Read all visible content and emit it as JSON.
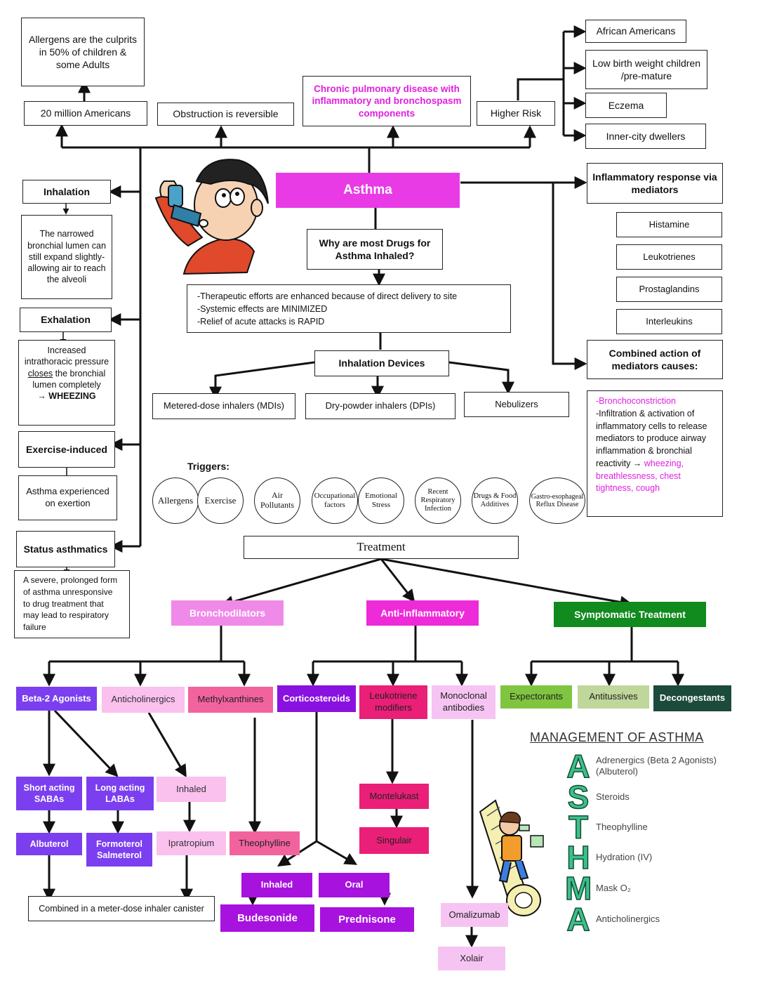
{
  "top": {
    "allergens_note": "Allergens are the culprits in 50% of children & some Adults",
    "twenty_million": "20 million Americans",
    "obstruction": "Obstruction is reversible",
    "chronic": "Chronic pulmonary disease with inflammatory and bronchospasm components",
    "higher_risk": "Higher Risk",
    "risk_groups": [
      "African Americans",
      "Low birth weight children /pre-mature",
      "Eczema",
      "Inner-city dwellers"
    ]
  },
  "center": {
    "title": "Asthma",
    "why_inhaled": "Why are most Drugs for Asthma Inhaled?",
    "reasons": [
      "-Therapeutic efforts are enhanced because of direct delivery to site",
      "-Systemic effects are MINIMIZED",
      "-Relief of acute attacks is RAPID"
    ],
    "devices_title": "Inhalation Devices",
    "devices": [
      "Metered-dose inhalers (MDIs)",
      "Dry-powder inhalers (DPIs)",
      "Nebulizers"
    ]
  },
  "left": {
    "inhalation": "Inhalation",
    "inhalation_note": "The narrowed bronchial lumen can still expand slightly-allowing air to reach the alveoli",
    "exhalation": "Exhalation",
    "exhalation_note_pre": "Increased intrathoracic pressure ",
    "exhalation_note_underline": "closes",
    "exhalation_note_post": " the bronchial lumen completely",
    "exhalation_note_end": "→ WHEEZING",
    "exercise": "Exercise-induced",
    "exercise_note": "Asthma experienced on exertion",
    "status": "Status asthmatics",
    "status_note": "A severe, prolonged form of asthma unresponsive to drug treatment that may lead to respiratory failure"
  },
  "right": {
    "inflammatory": "Inflammatory response via mediators",
    "mediators": [
      "Histamine",
      "Leukotrienes",
      "Prostaglandins",
      "Interleukins"
    ],
    "combined": "Combined action of mediators causes:",
    "effects": [
      {
        "text": "-Bronchoconstriction",
        "magenta": true
      },
      {
        "text": "-Infiltration & activation of inflammatory cells to release mediators to produce airway inflammation & bronchial reactivity → ",
        "magenta": false
      },
      {
        "text": "wheezing, breathlessness, chest tightness, cough",
        "magenta": true
      }
    ]
  },
  "triggers": {
    "label": "Triggers:",
    "items": [
      "Allergens",
      "Exercise",
      "Air Pollutants",
      "Occupational factors",
      "Emotional Stress",
      "Recent Respiratory Infection",
      "Drugs & Food Additives",
      "Gastro-esophageal Reflux Disease"
    ]
  },
  "treatment": {
    "title": "Treatment",
    "bronchodilators": "Bronchodilators",
    "anti_inflammatory": "Anti-inflammatory",
    "symptomatic": "Symptomatic Treatment",
    "beta2": "Beta-2 Agonists",
    "anticholinergics": "Anticholinergics",
    "methylxanthines": "Methylxanthines",
    "corticosteroids": "Corticosteroids",
    "leukotriene_mod": "Leukotriene modifiers",
    "monoclonal": "Monoclonal antibodies",
    "expectorants": "Expectorants",
    "antitussives": "Antitussives",
    "decongestants": "Decongestants",
    "short_acting": "Short acting SABAs",
    "long_acting": "Long acting LABAs",
    "inhaled_ac": "Inhaled",
    "albuterol": "Albuterol",
    "formoterol": "Formoterol Salmeterol",
    "ipratropium": "Ipratropium",
    "theophylline": "Theophylline",
    "combined_mdi": "Combined in a meter-dose inhaler canister",
    "inhaled_cs": "Inhaled",
    "oral_cs": "Oral",
    "budesonide": "Budesonide",
    "prednisone": "Prednisone",
    "montelukast": "Montelukast",
    "singulair": "Singulair",
    "omalizumab": "Omalizumab",
    "xolair": "Xolair"
  },
  "management": {
    "title": "MANAGEMENT OF ASTHMA",
    "rows": [
      {
        "letter": "A",
        "text": "Adrenergics (Beta 2 Agonists) (Albuterol)"
      },
      {
        "letter": "S",
        "text": "Steroids"
      },
      {
        "letter": "T",
        "text": "Theophylline"
      },
      {
        "letter": "H",
        "text": "Hydration (IV)"
      },
      {
        "letter": "M",
        "text": "Mask O₂"
      },
      {
        "letter": "A",
        "text": "Anticholinergics"
      }
    ]
  },
  "colors": {
    "asthma": "#e83be6",
    "bronchodilators": "#f08ae8",
    "anti_inflammatory": "#ee2bd8",
    "symptomatic": "#118a1e",
    "beta2": "#7b3ff0",
    "anticholinergics": "#fac0ee",
    "methylxanthines": "#f2639e",
    "corticosteroids": "#8a12e0",
    "leukotriene": "#ea1f77",
    "monoclonal": "#f6c4f3",
    "expectorants": "#80c540",
    "antitussives": "#bfd79a",
    "decongestants": "#1c4a3b",
    "steroid_drugs": "#a712df",
    "mgmt_letters": "#3cc08a"
  }
}
